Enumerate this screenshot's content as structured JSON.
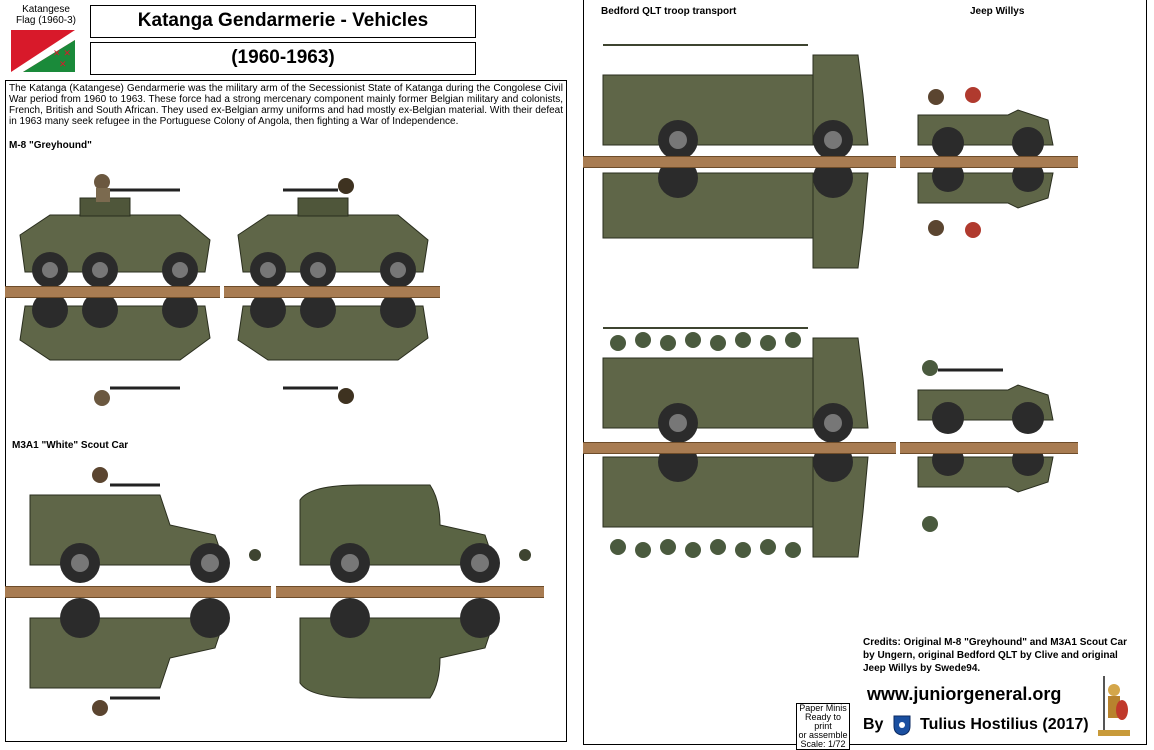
{
  "header": {
    "flag_caption": "Katangese\nFlag (1960-3)",
    "title": "Katanga Gendarmerie - Vehicles",
    "dates": "(1960-1963)"
  },
  "intro": "The Katanga (Katangese) Gendarmerie was the military arm of the Secessionist State of Katanga during the Congolese Civil War period from 1960 to 1963. These force had a strong mercenary component mainly former Belgian military and colonists, French, British and South African. They used ex-Belgian army uniforms and had mostly ex-Belgian material. With their defeat in 1963 many seek refugee in the Portuguese Colony of Angola, then fighting a War of Independence.",
  "sections": {
    "m8": "M-8 \"Greyhound\"",
    "m3a1": "M3A1 \"White\" Scout Car",
    "bedford": "Bedford QLT troop transport",
    "jeep": "Jeep Willys"
  },
  "credits": "Credits: Original M-8 \"Greyhound\" and M3A1 Scout Car by Ungern, original Bedford QLT by Clive and original Jeep Willys by Swede94.",
  "url": "www.juniorgeneral.org",
  "byline": {
    "by": "By",
    "author": "Tulius Hostilius (2017)"
  },
  "stamp": {
    "l1": "Paper Minis",
    "l2": "Ready to print",
    "l3": "or assemble",
    "l4": "Scale: 1/72"
  },
  "colors": {
    "olive": "#5f6648",
    "olive_dark": "#3e4430",
    "plank": "#a87c52",
    "flag_red": "#d8192a",
    "flag_green": "#1a8a3a"
  }
}
